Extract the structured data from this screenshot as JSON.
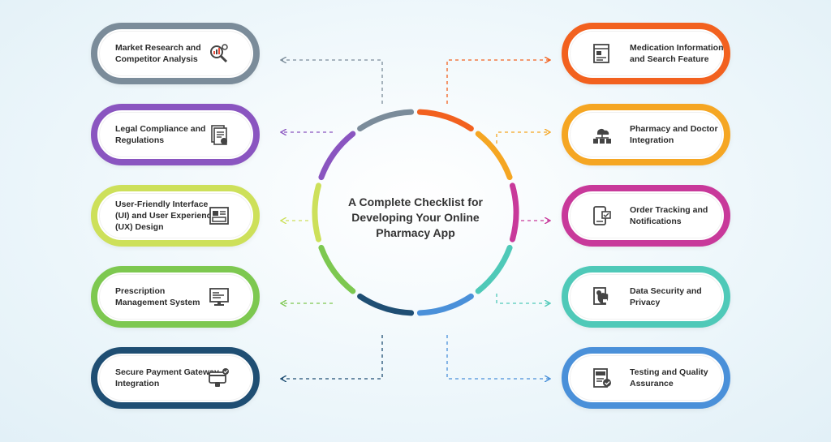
{
  "title": "A Complete Checklist for Developing Your Online Pharmacy App",
  "left_items": [
    {
      "label": "Market Research and Competitor Analysis",
      "color": "#7b8c9a",
      "icon": "market-research-icon"
    },
    {
      "label": "Legal Compliance and Regulations",
      "color": "#8a55c0",
      "icon": "legal-document-icon"
    },
    {
      "label": "User-Friendly Interface (UI) and User Experience (UX) Design",
      "color": "#cde05a",
      "icon": "ui-ux-layout-icon"
    },
    {
      "label": "Prescription Management System",
      "color": "#7dc850",
      "icon": "prescription-monitor-icon"
    },
    {
      "label": "Secure Payment Gateway Integration",
      "color": "#1f4e73",
      "icon": "secure-payment-icon"
    }
  ],
  "right_items": [
    {
      "label": "Medication Information and Search Feature",
      "color": "#f2611f",
      "icon": "search-info-icon"
    },
    {
      "label": "Pharmacy and Doctor Integration",
      "color": "#f5a623",
      "icon": "cloud-integration-icon"
    },
    {
      "label": "Order Tracking and Notifications",
      "color": "#c8399a",
      "icon": "order-tracking-icon"
    },
    {
      "label": "Data Security and Privacy",
      "color": "#4fc9b8",
      "icon": "data-security-icon"
    },
    {
      "label": "Testing and Quality Assurance",
      "color": "#4a90d9",
      "icon": "quality-assurance-icon"
    }
  ]
}
